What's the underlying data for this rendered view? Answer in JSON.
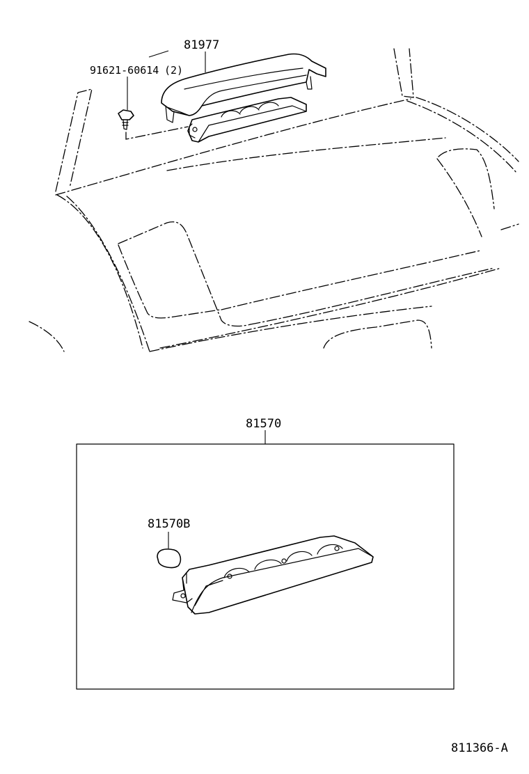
{
  "callouts": {
    "cover": "81977",
    "screw": "91621-60614",
    "screw_qty": "(2)",
    "lamp_assy": "81570",
    "lamp_part": "81570B"
  },
  "figure_id": "811366-A"
}
